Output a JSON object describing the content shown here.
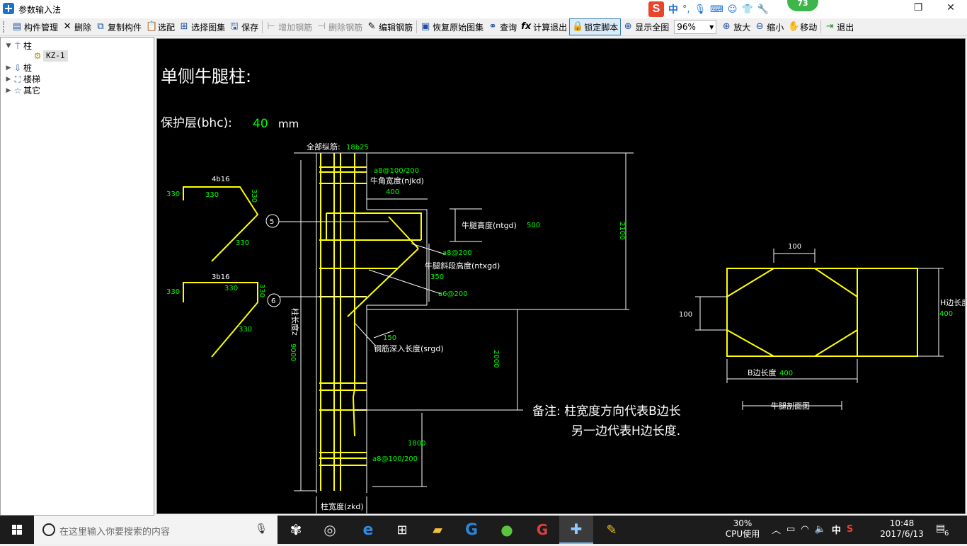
{
  "window": {
    "title": "参数输入法"
  },
  "ime": {
    "zh": "中",
    "punct": "°,"
  },
  "badge": "73",
  "toolbar": {
    "component_manage": "构件管理",
    "delete": "删除",
    "copy_component": "复制构件",
    "select_match": "选配",
    "select_atlas": "选择图集",
    "save": "保存",
    "add_rebar": "增加钢筋",
    "delete_rebar": "删除钢筋",
    "edit_rebar": "编辑钢筋",
    "restore_atlas": "恢复原始图集",
    "query": "查询",
    "calc_exit": "计算退出",
    "lock_script": "锁定脚本",
    "show_all": "显示全图",
    "zoom_value": "96%",
    "zoom_in": "放大",
    "zoom_out": "缩小",
    "move": "移动",
    "exit": "退出"
  },
  "tree": {
    "column": "柱",
    "kz1": "KZ-1",
    "pile": "桩",
    "stair": "楼梯",
    "other": "其它"
  },
  "drawing": {
    "heading": "单侧牛腿柱:",
    "cover_label": "保护层(bhc):",
    "cover_value": "40",
    "cover_unit": "mm",
    "all_long_rebar": "全部纵筋:",
    "all_long_rebar_val": "18b25",
    "stirrup_top": "a8@100/200",
    "corner_width": "牛角宽度(njkd)",
    "corner_width_val": "400",
    "bracket_height": "牛腿高度(ntgd)",
    "bracket_height_val": "500",
    "stirrup_mid1": "a8@200",
    "slope_height": "牛腿斜段高度(ntxgd)",
    "slope_height_val": "350",
    "stirrup_mid2": "a6@200",
    "dim_2100": "2100",
    "dim_150": "150",
    "anchor_length": "钢筋深入长度(srgd)",
    "col_length": "柱长度z",
    "col_length_val": "9000",
    "dim_2000": "2000",
    "dim_1800": "1800",
    "stirrup_bot": "a8@100/200",
    "col_width": "柱宽度(zkd)",
    "bar1_label": "4b16",
    "bar1_len_a": "330",
    "bar1_len_b": "330",
    "bar1_len_c": "330",
    "bar1_len_d": "330",
    "bar2_label": "3b16",
    "bar2_len_a": "330",
    "bar2_len_b": "330",
    "bar2_len_c": "330",
    "bar2_len_d": "330",
    "marker5": "5",
    "marker6": "6",
    "note_line1": "备注: 柱宽度方向代表B边长",
    "note_line2": "另一边代表H边长度.",
    "sec_dim_100_top": "100",
    "sec_dim_100_left": "100",
    "h_side_label": "H边长度",
    "h_side_val": "400",
    "b_side_label": "B边长度",
    "b_side_val": "400",
    "section_title": "牛腿剖面图"
  },
  "taskbar": {
    "search_placeholder": "在这里输入你要搜索的内容",
    "cpu_percent": "30%",
    "cpu_label": "CPU使用",
    "lang": "中",
    "time": "10:48",
    "date": "2017/6/13",
    "notif_count": "6"
  },
  "colors": {
    "rebar": "#ffff00",
    "dim_text": "#00ff00",
    "canvas_bg": "#000000",
    "badge": "#3db54a"
  }
}
